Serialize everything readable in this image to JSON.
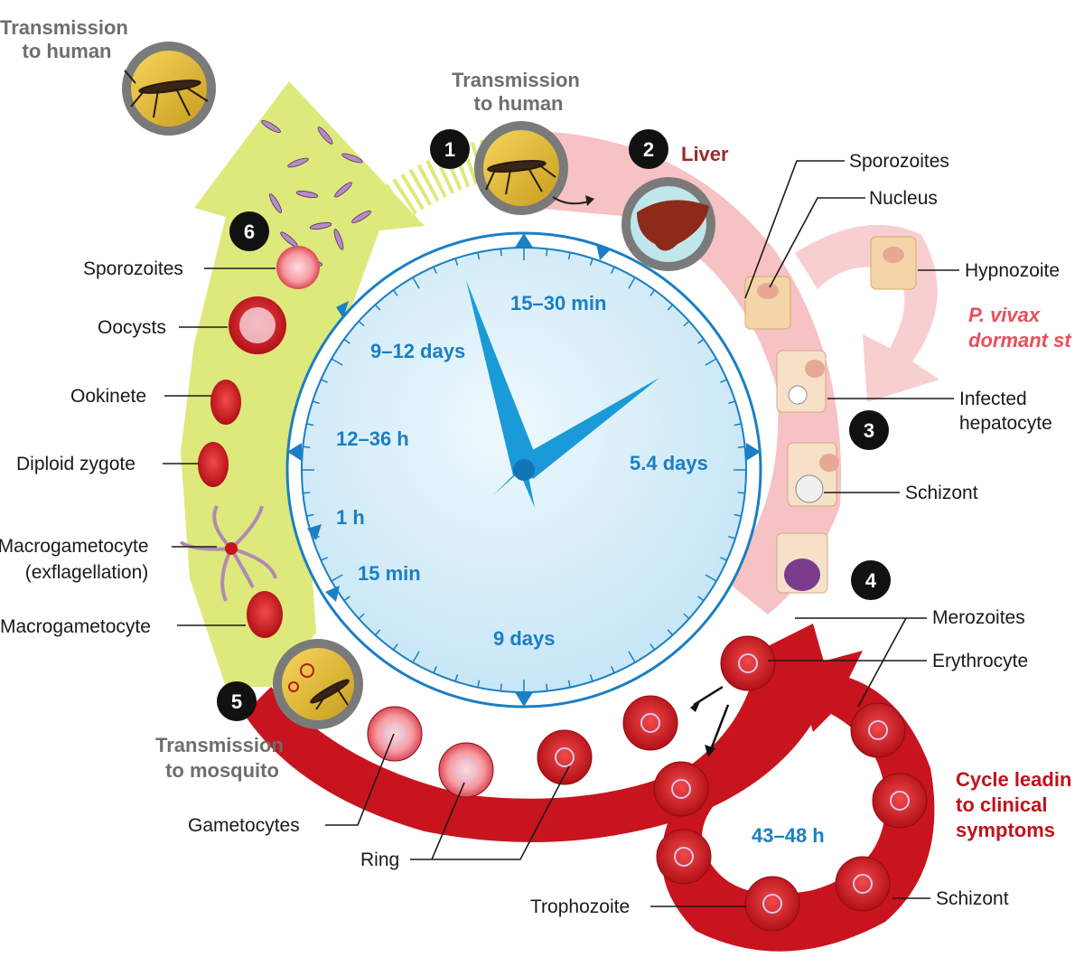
{
  "transmission_top_left": [
    "Transmission",
    "to human"
  ],
  "transmission_top": [
    "Transmission",
    "to human"
  ],
  "transmission_mosquito": [
    "Transmission",
    "to mosquito"
  ],
  "liver_label": "Liver",
  "steps": [
    "1",
    "2",
    "3",
    "4",
    "5",
    "6"
  ],
  "clock_labels": {
    "t15_30min": "15–30 min",
    "t9_12days": "9–12 days",
    "t12_36h": "12–36 h",
    "t1h": "1 h",
    "t15min": "15 min",
    "t9days": "9 days",
    "t5_4days": "5.4 days"
  },
  "cycle_duration": "43–48 h",
  "mosquito_stages": {
    "sporozoites": "Sporozoites",
    "oocysts": "Oocysts",
    "ookinete": "Ookinete",
    "diploid_zygote": "Diploid zygote",
    "macrogametocyte_exflag": [
      "Macrogametocyte",
      "(exflagellation)"
    ],
    "macrogametocyte": "Macrogametocyte"
  },
  "liver_stages": {
    "sporozoites": "Sporozoites",
    "nucleus": "Nucleus",
    "hypnozoite": "Hypnozoite",
    "dormant": [
      "P. vivax",
      "dormant st"
    ],
    "infected_hepatocyte": [
      "Infected",
      "hepatocyte"
    ],
    "schizont": "Schizont"
  },
  "blood_stages": {
    "merozoites": "Merozoites",
    "erythrocyte": "Erythrocyte",
    "clinical": [
      "Cycle leadin",
      "to clinical",
      "symptoms"
    ],
    "schizont": "Schizont",
    "trophozoite": "Trophozoite",
    "ring": "Ring",
    "gametocytes": "Gametocytes",
    "female_symbol": "♀",
    "male_symbol": "♂"
  },
  "colors": {
    "mosquito_arrow": "#dde97a",
    "liver_arrow": "#f6c2c4",
    "blood_band": "#c8141e",
    "clock_face": "#d6eef9",
    "clock_hand": "#1a9ad8",
    "clock_text": "#1a7fc4"
  }
}
